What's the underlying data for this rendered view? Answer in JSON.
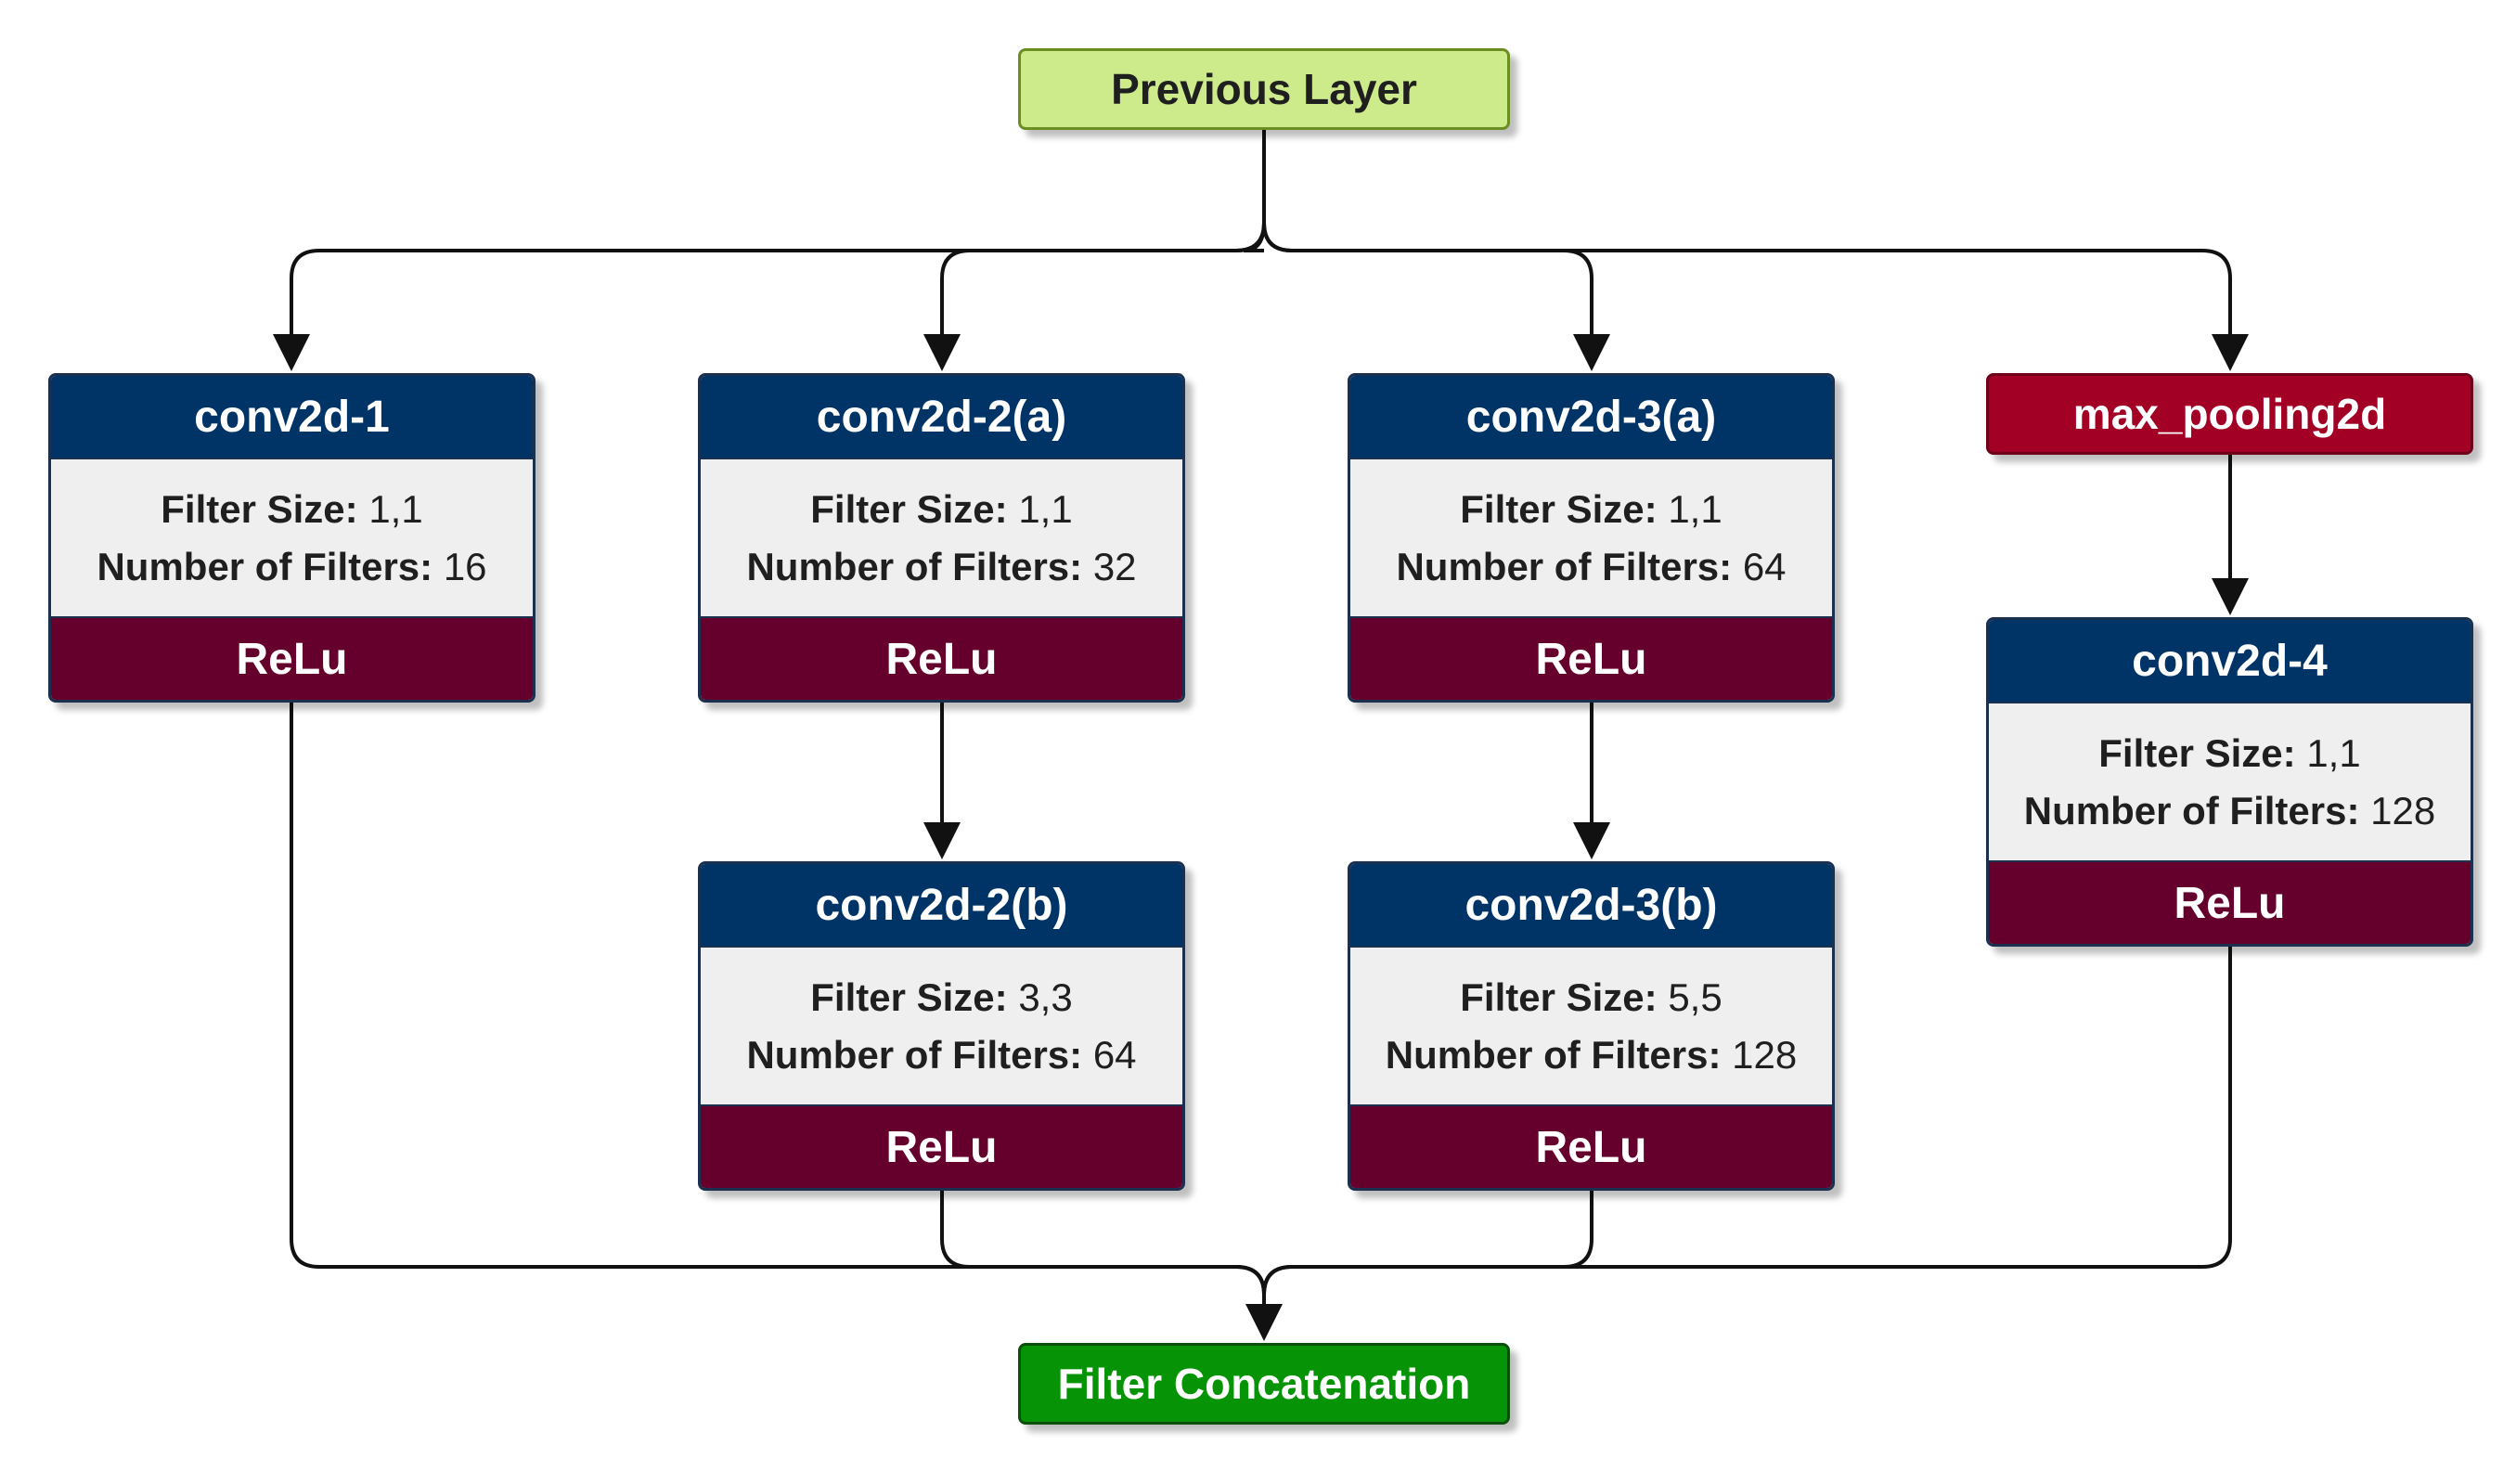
{
  "nodes": {
    "previous_layer": "Previous Layer",
    "filter_concatenation": "Filter Concatenation",
    "max_pooling": "max_pooling2d"
  },
  "layers": {
    "conv1": {
      "title": "conv2d-1",
      "filter_size_label": "Filter Size:",
      "filter_size": "1,1",
      "num_filters_label": "Number of Filters:",
      "num_filters": "16",
      "activation": "ReLu"
    },
    "conv2a": {
      "title": "conv2d-2(a)",
      "filter_size_label": "Filter Size:",
      "filter_size": "1,1",
      "num_filters_label": "Number of Filters:",
      "num_filters": "32",
      "activation": "ReLu"
    },
    "conv3a": {
      "title": "conv2d-3(a)",
      "filter_size_label": "Filter Size:",
      "filter_size": "1,1",
      "num_filters_label": "Number of Filters:",
      "num_filters": "64",
      "activation": "ReLu"
    },
    "conv2b": {
      "title": "conv2d-2(b)",
      "filter_size_label": "Filter Size:",
      "filter_size": "3,3",
      "num_filters_label": "Number of Filters:",
      "num_filters": "64",
      "activation": "ReLu"
    },
    "conv3b": {
      "title": "conv2d-3(b)",
      "filter_size_label": "Filter Size:",
      "filter_size": "5,5",
      "num_filters_label": "Number of Filters:",
      "num_filters": "128",
      "activation": "ReLu"
    },
    "conv4": {
      "title": "conv2d-4",
      "filter_size_label": "Filter Size:",
      "filter_size": "1,1",
      "num_filters_label": "Number of Filters:",
      "num_filters": "128",
      "activation": "ReLu"
    }
  },
  "colors": {
    "previous_layer_fill": "#cdeb8b",
    "concat_fill": "#069406",
    "pool_fill": "#a20025",
    "layer_header": "#003366",
    "layer_body": "#efefef",
    "activation_fill": "#65002d",
    "connector": "#111111"
  }
}
